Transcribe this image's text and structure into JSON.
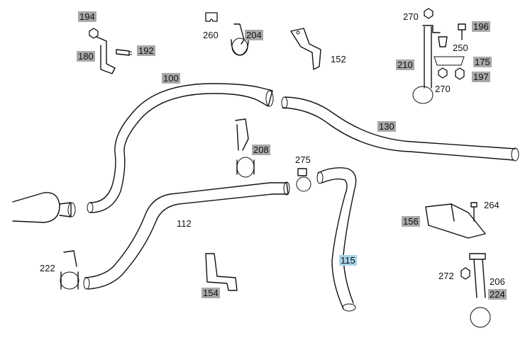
{
  "labels": [
    {
      "id": "194",
      "text": "194",
      "hl": "gray"
    },
    {
      "id": "180",
      "text": "180",
      "hl": "gray"
    },
    {
      "id": "192",
      "text": "192",
      "hl": "gray"
    },
    {
      "id": "260",
      "text": "260",
      "hl": "none"
    },
    {
      "id": "204",
      "text": "204",
      "hl": "gray"
    },
    {
      "id": "152",
      "text": "152",
      "hl": "none"
    },
    {
      "id": "270a",
      "text": "270",
      "hl": "none"
    },
    {
      "id": "196",
      "text": "196",
      "hl": "gray"
    },
    {
      "id": "250",
      "text": "250",
      "hl": "none"
    },
    {
      "id": "175",
      "text": "175",
      "hl": "gray"
    },
    {
      "id": "210",
      "text": "210",
      "hl": "gray"
    },
    {
      "id": "197",
      "text": "197",
      "hl": "gray"
    },
    {
      "id": "270b",
      "text": "270",
      "hl": "none"
    },
    {
      "id": "100",
      "text": "100",
      "hl": "gray"
    },
    {
      "id": "130",
      "text": "130",
      "hl": "gray"
    },
    {
      "id": "208",
      "text": "208",
      "hl": "gray"
    },
    {
      "id": "275",
      "text": "275",
      "hl": "none"
    },
    {
      "id": "112",
      "text": "112",
      "hl": "none"
    },
    {
      "id": "264",
      "text": "264",
      "hl": "none"
    },
    {
      "id": "156",
      "text": "156",
      "hl": "gray"
    },
    {
      "id": "115",
      "text": "115",
      "hl": "blue"
    },
    {
      "id": "222",
      "text": "222",
      "hl": "none"
    },
    {
      "id": "272",
      "text": "272",
      "hl": "none"
    },
    {
      "id": "206",
      "text": "206",
      "hl": "none"
    },
    {
      "id": "224",
      "text": "224",
      "hl": "gray"
    },
    {
      "id": "154",
      "text": "154",
      "hl": "gray"
    }
  ],
  "colors": {
    "gray_highlight": "#a9a9a9",
    "blue_highlight": "#a8d3e8",
    "line": "#111111"
  }
}
